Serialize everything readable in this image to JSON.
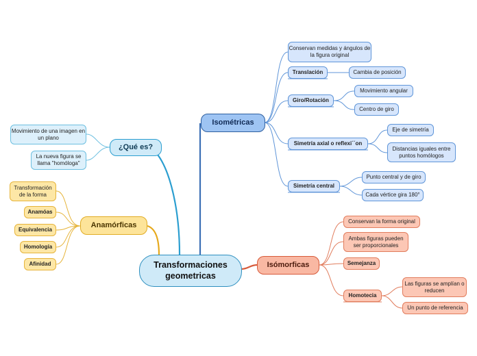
{
  "root": {
    "label": "Transformaciones geometricas"
  },
  "colors": {
    "isometricas": "#3b6fb5",
    "que_es": "#2b9ed0",
    "anamorficas": "#e6a91c",
    "isomorficas": "#d75a3a"
  },
  "isometricas": {
    "label": "Isométricas",
    "items": [
      {
        "label": "Conservan medidas y ángulos de la figura original"
      },
      {
        "label": "Translación",
        "children": [
          "Cambia de posición"
        ]
      },
      {
        "label": "Giro/Rotación",
        "children": [
          "Movimiento angular",
          "Centro de giro"
        ]
      },
      {
        "label": "Simetría axial o reflexi´´on",
        "children": [
          "Eje de simetría",
          "Distancias iguales entre puntos homólogos"
        ]
      },
      {
        "label": "Simetría central",
        "children": [
          "Punto central y de giro",
          "Cada vértice gira 180°"
        ]
      }
    ]
  },
  "que_es": {
    "label": "¿Qué es?",
    "items": [
      "Movimiento de una imagen en un plano",
      "La nueva figura se llama \"homóloga\""
    ]
  },
  "anamorficas": {
    "label": "Anamórficas",
    "items": [
      "Transformación de la forma",
      "Anamóas",
      "Equivalencia",
      "Homología",
      "Afinidad"
    ]
  },
  "isomorficas": {
    "label": "Isómorficas",
    "items": [
      {
        "label": "Conservan la forma original"
      },
      {
        "label": "Ambas figuras pueden ser proporcionales"
      },
      {
        "label": "Semejanza"
      },
      {
        "label": "Homotecia",
        "children": [
          "Las figuras se amplían o reducen",
          "Un punto de referencia"
        ]
      }
    ]
  }
}
